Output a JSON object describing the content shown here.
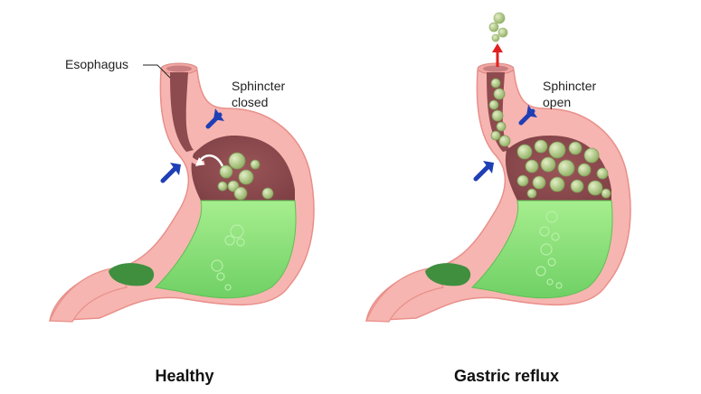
{
  "labels": {
    "esophagus": "Esophagus",
    "sphincter_closed_1": "Sphincter",
    "sphincter_closed_2": "closed",
    "sphincter_open_1": "Sphincter",
    "sphincter_open_2": "open"
  },
  "captions": {
    "healthy": "Healthy",
    "reflux": "Gastric reflux"
  },
  "colors": {
    "wall": "#f6b5b0",
    "wall_edge": "#e98f8a",
    "lumen_dark": "#8e4b4f",
    "acid": "#8fe07d",
    "acid_edge": "#5fbf55",
    "bubble": "#b7cf8e",
    "arrow_blue": "#1f3fb5",
    "arrow_red": "#e02020"
  },
  "icons": {
    "pressure_arrow": "blue-arrow-icon",
    "reflux_arrow": "red-up-arrow-icon"
  }
}
